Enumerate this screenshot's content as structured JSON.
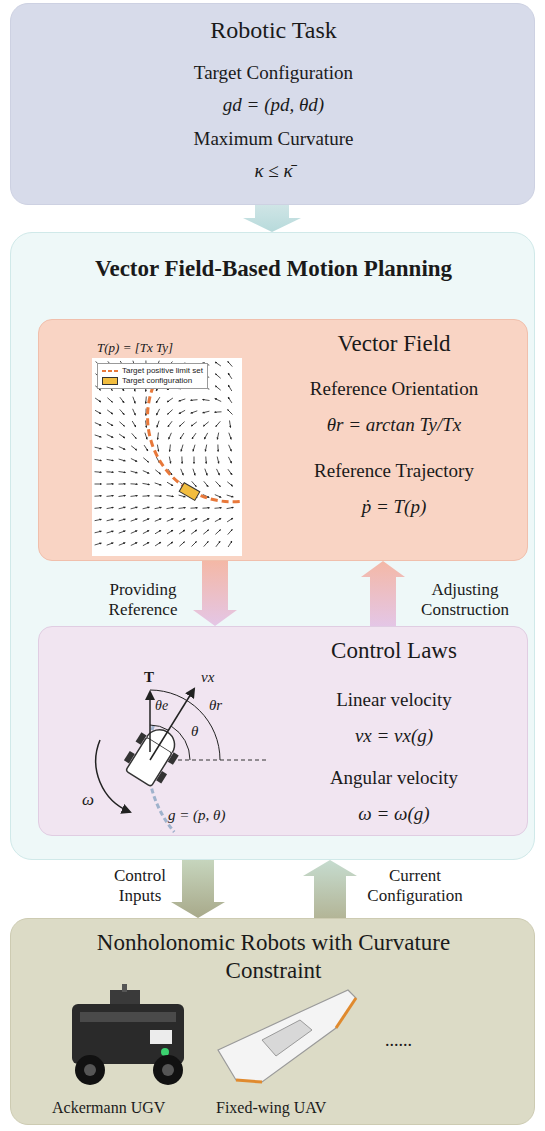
{
  "diagram": {
    "nodes": [
      {
        "text": [
          "Robotic Task",
          "Target Configuration",
          "gd = (pd, θd)",
          "Maximum Curvature",
          "κ ≤ κ̄"
        ]
      },
      {
        "text": [
          "Vector Field-Based Motion Planning"
        ]
      },
      {
        "text": [
          "Vector Field",
          "T(p) = [Tx Ty]",
          "Reference Orientation",
          "θr = arctan Ty/Tx",
          "Reference Trajectory",
          "ṗ = T(p)"
        ],
        "in": 1
      },
      {
        "text": [
          "Control Laws",
          "Linear velocity",
          "vx = vx(g)",
          "Angular velocity",
          "ω = ω(g)"
        ],
        "in": 1
      },
      {
        "text": [
          "Nonholonomic Robots with Curvature Constraint"
        ]
      }
    ],
    "edges": [
      {
        "from": 0,
        "to": 1,
        "arrow": "to"
      },
      {
        "from": 2,
        "to": 3,
        "label": "Providing Reference",
        "arrow": "to"
      },
      {
        "from": 3,
        "to": 2,
        "label": "Adjusting Construction",
        "arrow": "to"
      },
      {
        "from": 1,
        "to": 4,
        "label": "Control Inputs",
        "arrow": "to"
      },
      {
        "from": 4,
        "to": 1,
        "label": "Current Configuration",
        "arrow": "to"
      }
    ],
    "labels": [
      "T",
      "θe",
      "vx",
      "θ",
      "θr",
      "ω",
      "g = (p, θ)",
      "Ackermann UGV",
      "Fixed-wing UAV",
      "......"
    ],
    "legend": [
      {
        "text": "Target positive limit set"
      },
      {
        "text": "Target configuration",
        "color": "#f2bd3f"
      }
    ]
  }
}
